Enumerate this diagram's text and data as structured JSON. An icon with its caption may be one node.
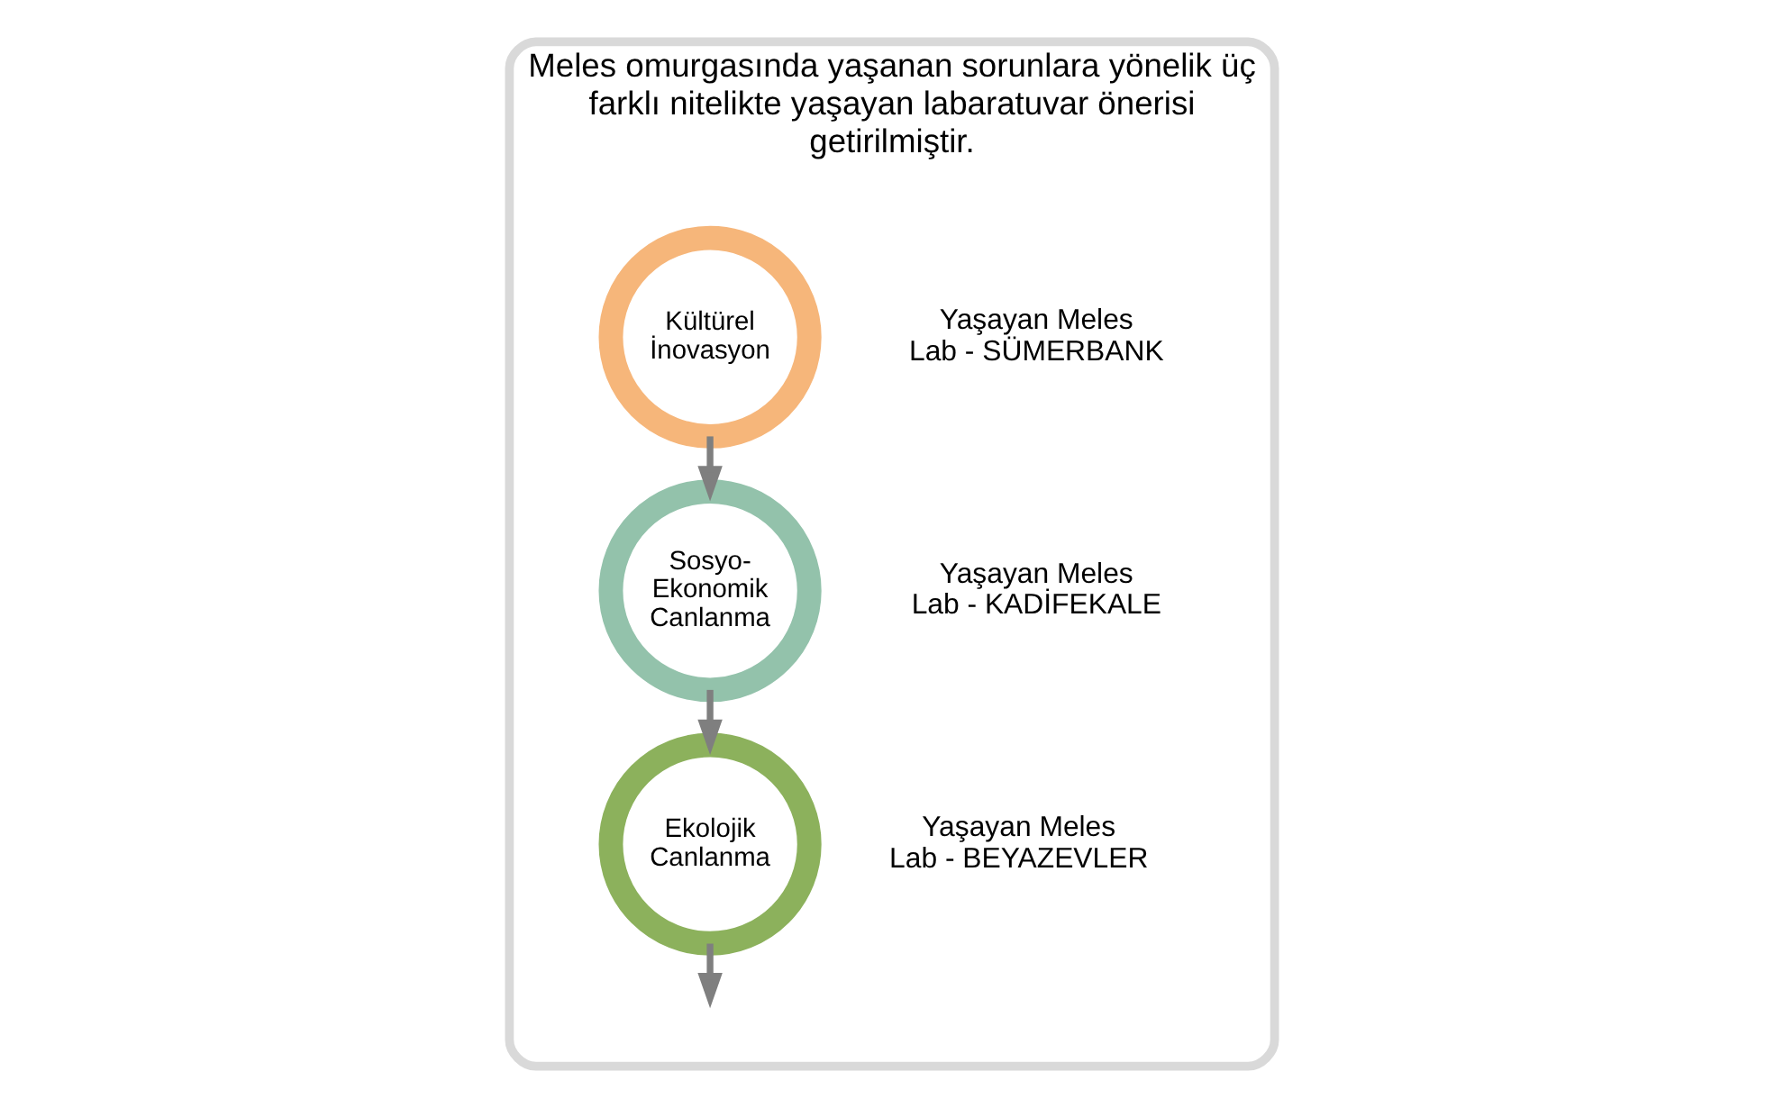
{
  "diagram": {
    "nodes": [
      {
        "text": [
          "Meles omurgasında yaşanan sorunlara yönelik üç farklı nitelikte yaşayan labaratuvar önerisi getirilmiştir."
        ]
      },
      {
        "text": [
          "Kültürel İnovasyon"
        ],
        "in": 0,
        "beside": [
          "Yaşayan Meles Lab - SÜMERBANK"
        ]
      },
      {
        "text": [
          "Sosyo- Ekonomik Canlanma"
        ],
        "in": 0,
        "beside": [
          "Yaşayan Meles Lab - KADİFEKALE"
        ]
      },
      {
        "text": [
          "Ekolojik Canlanma"
        ],
        "in": 0,
        "beside": [
          "Yaşayan Meles Lab - BEYAZEVLER"
        ]
      }
    ],
    "edges": [
      {
        "from": 1,
        "to": 2,
        "arrow": "to"
      },
      {
        "from": 2,
        "to": 3,
        "arrow": "to"
      },
      {
        "from": 3,
        "to": null,
        "arrow": "to"
      }
    ]
  }
}
